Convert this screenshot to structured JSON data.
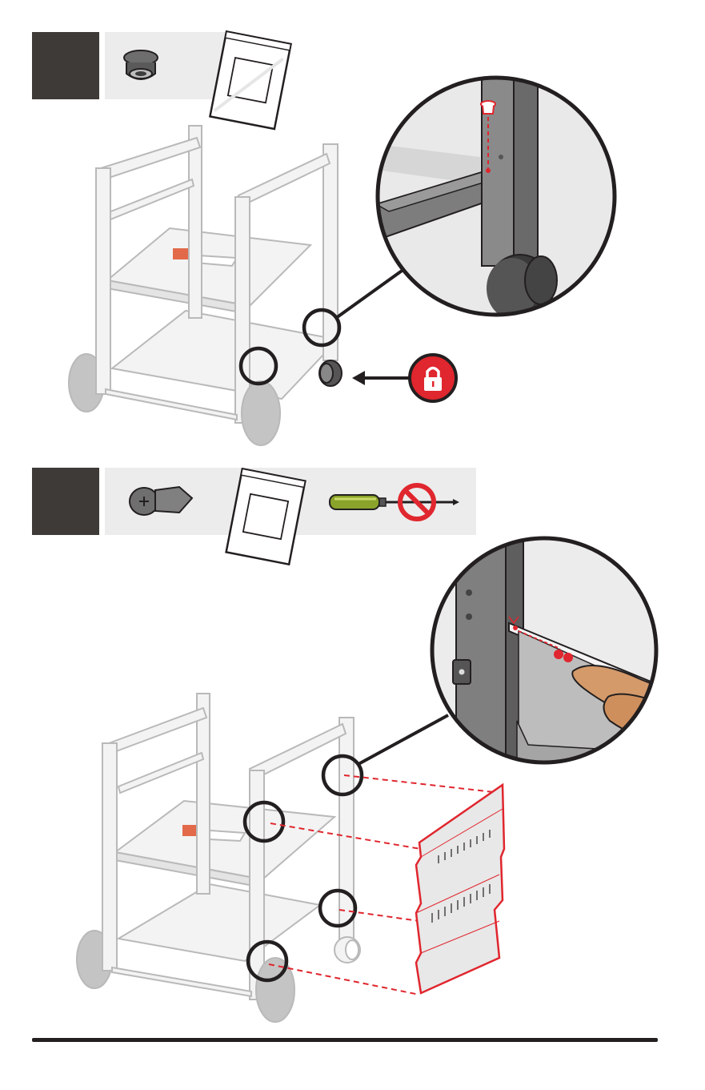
{
  "colors": {
    "step_badge": "#3d3a37",
    "parts_strip": "#ececec",
    "frame_outline": "#b9b9b9",
    "frame_fill": "#f2f2f2",
    "accent_red": "#e0262e",
    "circle_outline": "#231f20",
    "tire_gray": "#b5b5b5"
  },
  "steps": [
    {
      "parts": [
        "rubber-plug-icon",
        "hardware-bag-icon"
      ],
      "detail": "plug-insert-detail",
      "callout": "lock-caster-icon"
    },
    {
      "parts": [
        "push-rivet-icon",
        "hardware-bag-icon",
        "screwdriver-not-required-icon"
      ],
      "detail": "rivet-push-detail",
      "panel": "back-panel"
    }
  ]
}
